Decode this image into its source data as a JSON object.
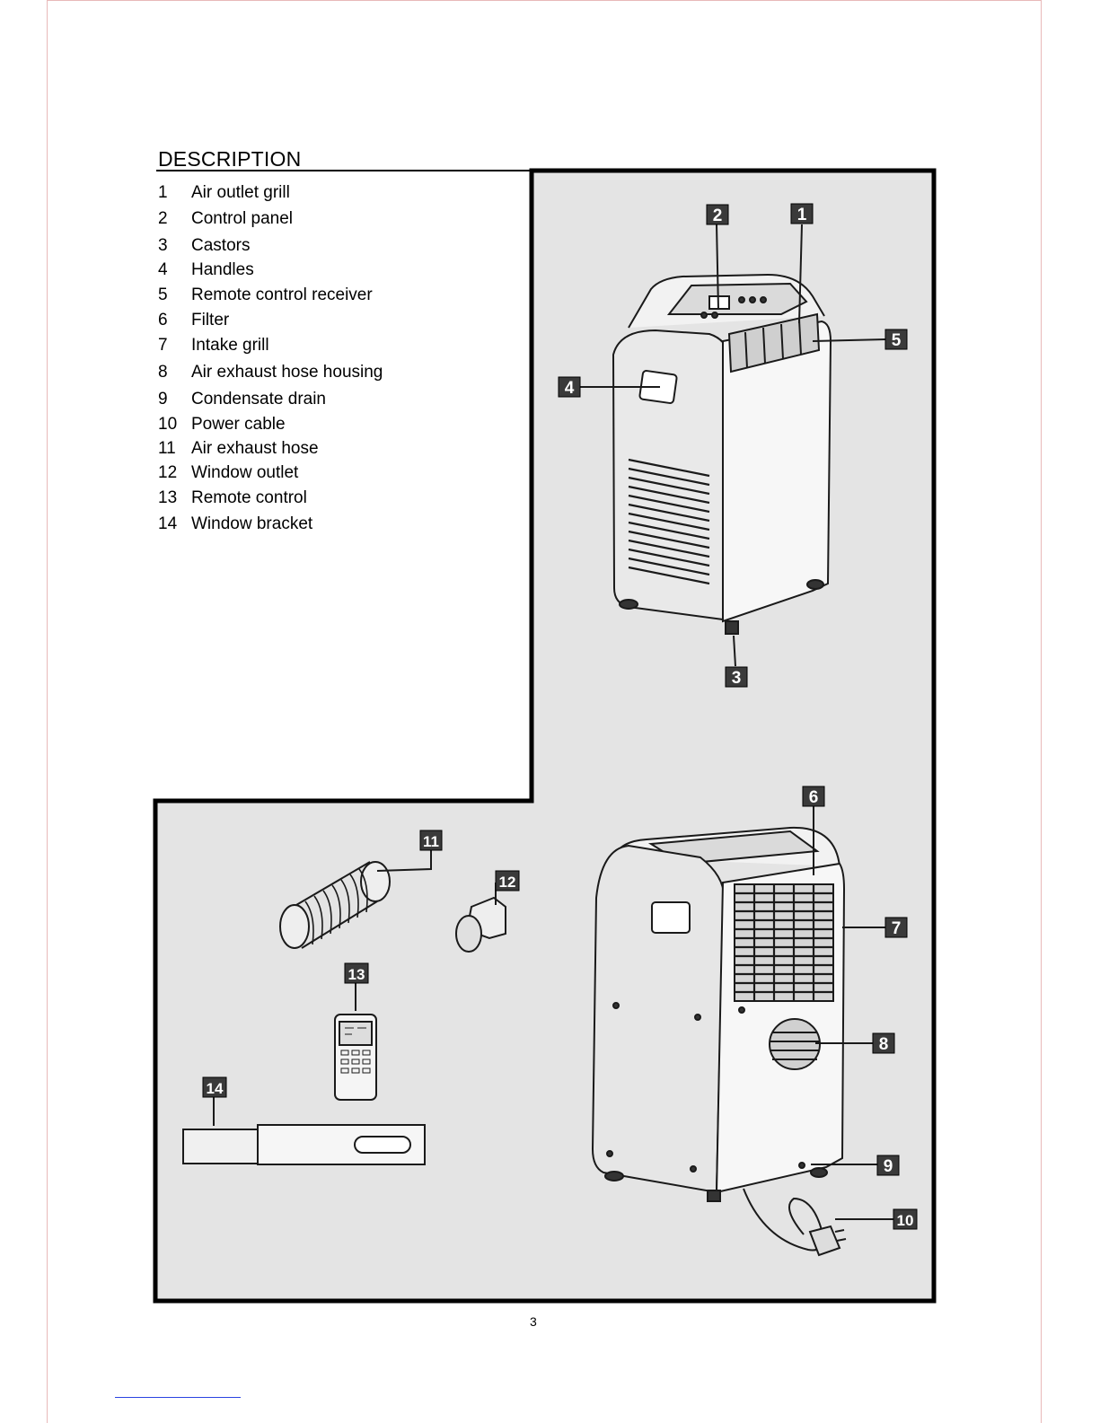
{
  "document": {
    "heading": "DESCRIPTION",
    "items": [
      {
        "num": "1",
        "label": "Air outlet grill"
      },
      {
        "num": "2",
        "label": "Control panel"
      },
      {
        "num": "3",
        "label": "Castors"
      },
      {
        "num": "4",
        "label": "Handles"
      },
      {
        "num": "5",
        "label": "Remote control receiver"
      },
      {
        "num": "6",
        "label": "Filter"
      },
      {
        "num": "7",
        "label": "Intake grill"
      },
      {
        "num": "8",
        "label": "Air exhaust hose housing"
      },
      {
        "num": "9",
        "label": "Condensate drain"
      },
      {
        "num": "10",
        "label": "Power cable"
      },
      {
        "num": "11",
        "label": "Air exhaust hose"
      },
      {
        "num": "12",
        "label": "Window outlet"
      },
      {
        "num": "13",
        "label": "Remote control"
      },
      {
        "num": "14",
        "label": "Window bracket"
      }
    ],
    "callouts": [
      "1",
      "2",
      "3",
      "4",
      "5",
      "6",
      "7",
      "8",
      "9",
      "10",
      "11",
      "12",
      "13",
      "14"
    ],
    "page_number": "3"
  },
  "colors": {
    "panel_fill": "#e4e4e4",
    "frame": "#000000",
    "callout_box": "#3a3a3a"
  }
}
